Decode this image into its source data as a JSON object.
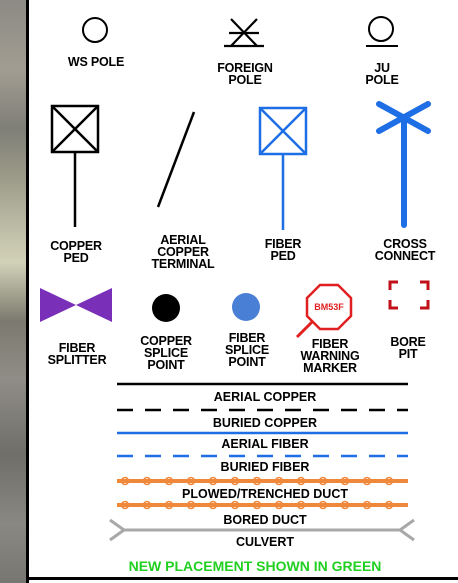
{
  "colors": {
    "fiber": "#1e6fe6",
    "splitter": "#7a2fb8",
    "warning_red": "#e02020",
    "pit_red": "#c0101a",
    "duct_orange": "#f0883c",
    "culvert_gray": "#a8a8a8",
    "placement_green": "#22d022"
  },
  "symbols": {
    "ws_pole": "WS POLE",
    "foreign_pole": "FOREIGN\nPOLE",
    "ju_pole": "JU\nPOLE",
    "copper_ped": "COPPER\nPED",
    "aerial_copper_terminal": "AERIAL\nCOPPER\nTERMINAL",
    "fiber_ped": "FIBER\nPED",
    "cross_connect": "CROSS\nCONNECT",
    "fiber_splitter": "FIBER\nSPLITTER",
    "copper_splice_point": "COPPER\nSPLICE\nPOINT",
    "fiber_splice_point": "FIBER\nSPLICE\nPOINT",
    "fiber_warning_marker": "FIBER\nWARNING\nMARKER",
    "bore_pit": "BORE\nPIT"
  },
  "marker_text": "BM53F",
  "lines": {
    "aerial_copper": "AERIAL COPPER",
    "buried_copper": "BURIED COPPER",
    "aerial_fiber": "AERIAL FIBER",
    "buried_fiber": "BURIED FIBER",
    "plowed_trenched_duct": "PLOWED/TRENCHED DUCT",
    "bored_duct": "BORED DUCT",
    "culvert": "CULVERT"
  },
  "footer": "NEW PLACEMENT SHOWN IN GREEN"
}
